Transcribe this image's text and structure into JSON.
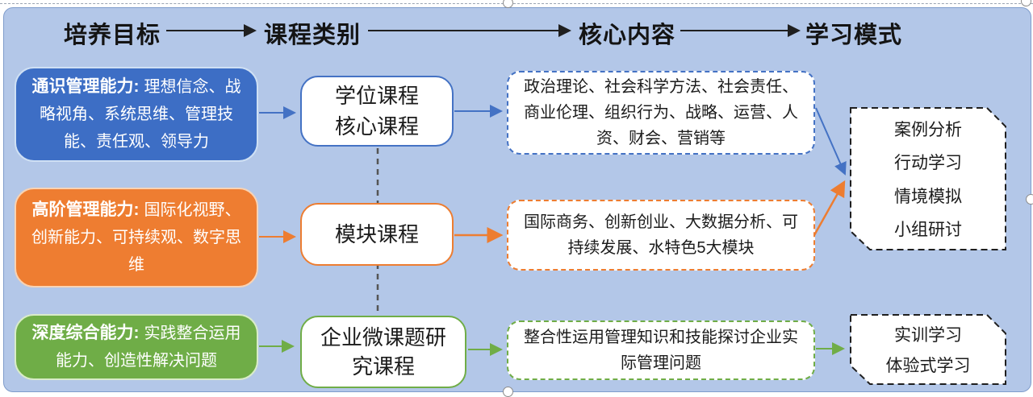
{
  "colors": {
    "background": "#b3c7e8",
    "blue": "#4472c4",
    "orange": "#ed7d31",
    "green": "#70ad47",
    "arrow_black": "#1f1f1f",
    "dashed_connector_gray": "#555555"
  },
  "headers": [
    "培养目标",
    "课程类别",
    "核心内容",
    "学习模式"
  ],
  "objectives": [
    {
      "title": "通识管理能力:",
      "detail": "理想信念、战略视角、系统思维、管理技能、责任观、领导力"
    },
    {
      "title": "高阶管理能力:",
      "detail": "国际化视野、创新能力、可持续观、数字思维"
    },
    {
      "title": "深度综合能力:",
      "detail": "实践整合运用能力、创造性解决问题"
    }
  ],
  "categories": [
    {
      "lines": [
        "学位课程",
        "核心课程"
      ]
    },
    {
      "lines": [
        "模块课程"
      ]
    },
    {
      "lines": [
        "企业微课题研究课程"
      ]
    }
  ],
  "contents": [
    "政治理论、社会科学方法、社会责任、商业伦理、组织行为、战略、运营、人资、财会、营销等",
    "国际商务、创新创业、大数据分析、可持续发展、水特色5大模块",
    "整合性运用管理知识和技能探讨企业实际管理问题"
  ],
  "modes": {
    "classroom": [
      "案例分析",
      "行动学习",
      "情境模拟",
      "小组研讨"
    ],
    "practice": [
      "实训学习",
      "体验式学习"
    ]
  }
}
